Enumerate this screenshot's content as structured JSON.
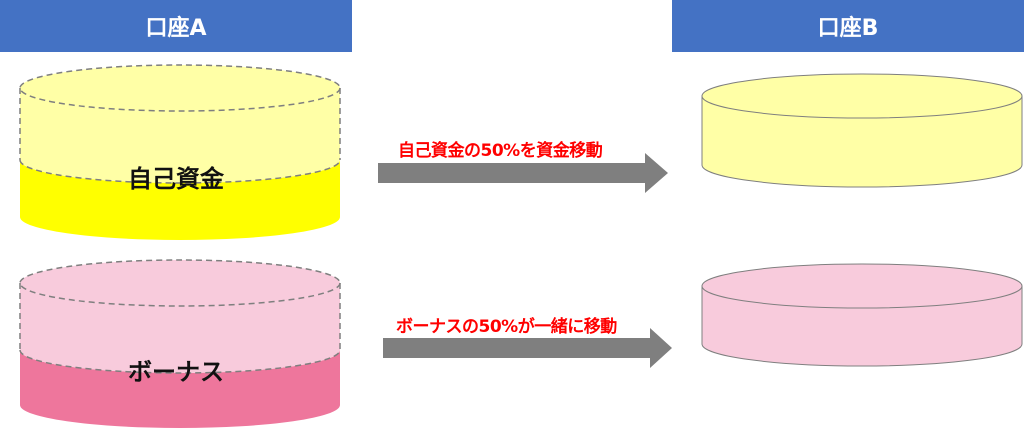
{
  "headers": {
    "account_a": "口座A",
    "account_b": "口座B"
  },
  "labels": {
    "own_funds": "自己資金",
    "bonus": "ボーナス"
  },
  "arrows": {
    "own_funds_move": "自己資金の50%を資金移動",
    "bonus_move": "ボーナスの50%が一緒に移動"
  },
  "colors": {
    "header": "#4472c4",
    "own_funds_light": "#ffffa6",
    "own_funds_strong": "#ffff00",
    "bonus_light": "#f8cbdc",
    "bonus_strong": "#ee769c",
    "arrow": "#7f7f7f",
    "arrow_text": "#ff0000"
  }
}
